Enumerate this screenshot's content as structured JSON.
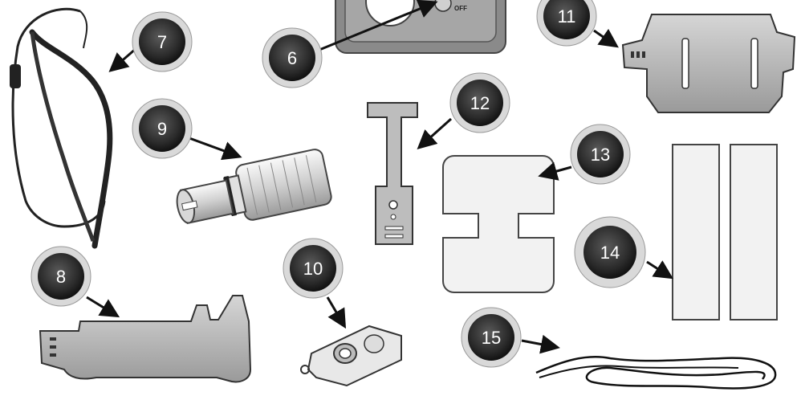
{
  "title": "",
  "device_switch_label": "OFF",
  "callouts": [
    {
      "id": "6",
      "number": "6"
    },
    {
      "id": "7",
      "number": "7"
    },
    {
      "id": "8",
      "number": "8"
    },
    {
      "id": "9",
      "number": "9"
    },
    {
      "id": "10",
      "number": "10"
    },
    {
      "id": "11",
      "number": "11"
    },
    {
      "id": "12",
      "number": "12"
    },
    {
      "id": "13",
      "number": "13"
    },
    {
      "id": "14",
      "number": "14"
    },
    {
      "id": "15",
      "number": "15"
    }
  ],
  "colors": {
    "badge_fill": "#2b2b2b",
    "badge_ring": "#d9d9d9",
    "part_gray": "#bfbfbf",
    "part_light": "#e6e6e6",
    "outline": "#333333"
  }
}
